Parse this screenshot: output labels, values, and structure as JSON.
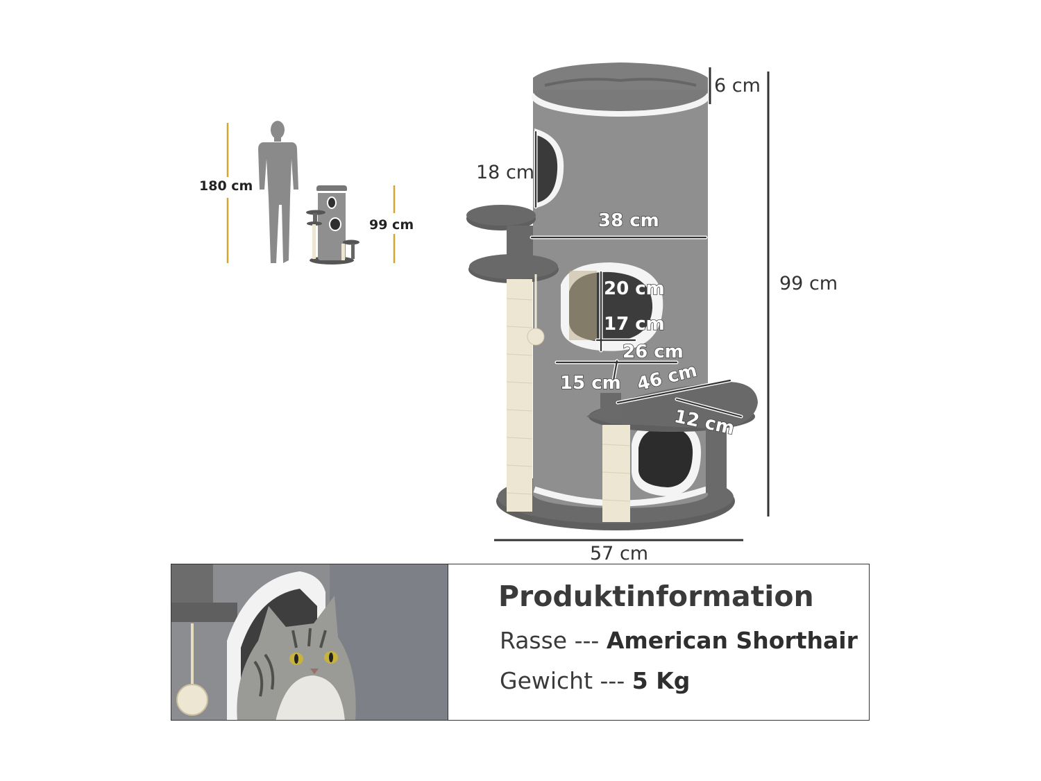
{
  "size_comparison": {
    "person_height": "180 cm",
    "tree_height": "99 cm"
  },
  "dimensions": {
    "top_rim": "6 cm",
    "upper_hole_height": "18 cm",
    "tower_diameter": "38 cm",
    "total_height": "99 cm",
    "middle_hole_height": "20 cm",
    "middle_hole_inner": "17 cm",
    "middle_hole_width": "26 cm",
    "middle_hole_depth": "15 cm",
    "platform_length": "46 cm",
    "platform_width": "12 cm",
    "base_width": "57 cm"
  },
  "info": {
    "title": "Produktinformation",
    "breed_label": "Rasse ---",
    "breed_value": "American Shorthair",
    "weight_label": "Gewicht ---",
    "weight_value": "5 Kg"
  },
  "colors": {
    "felt": "#8e8e8e",
    "felt_dark": "#5f5f5f",
    "plush": "#f4f4f4",
    "sisal": "#ece6d2",
    "guide_gold": "#d4a72c"
  }
}
